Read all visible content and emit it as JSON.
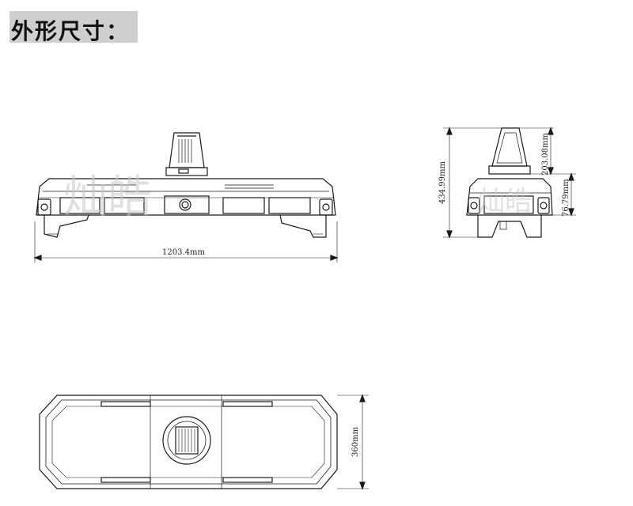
{
  "header": {
    "title": "外形尺寸："
  },
  "watermark": "灿皓",
  "dimensions": {
    "front_width": "1203.4mm",
    "side_total_height": "434.99mm",
    "side_upper_height": "203.08mm",
    "side_lower_height": "76.79mm",
    "top_depth": "360mm"
  },
  "colors": {
    "line": "#1a1a1a",
    "title_bg": "#cfcfcf",
    "watermark": "#c8c8c8"
  }
}
